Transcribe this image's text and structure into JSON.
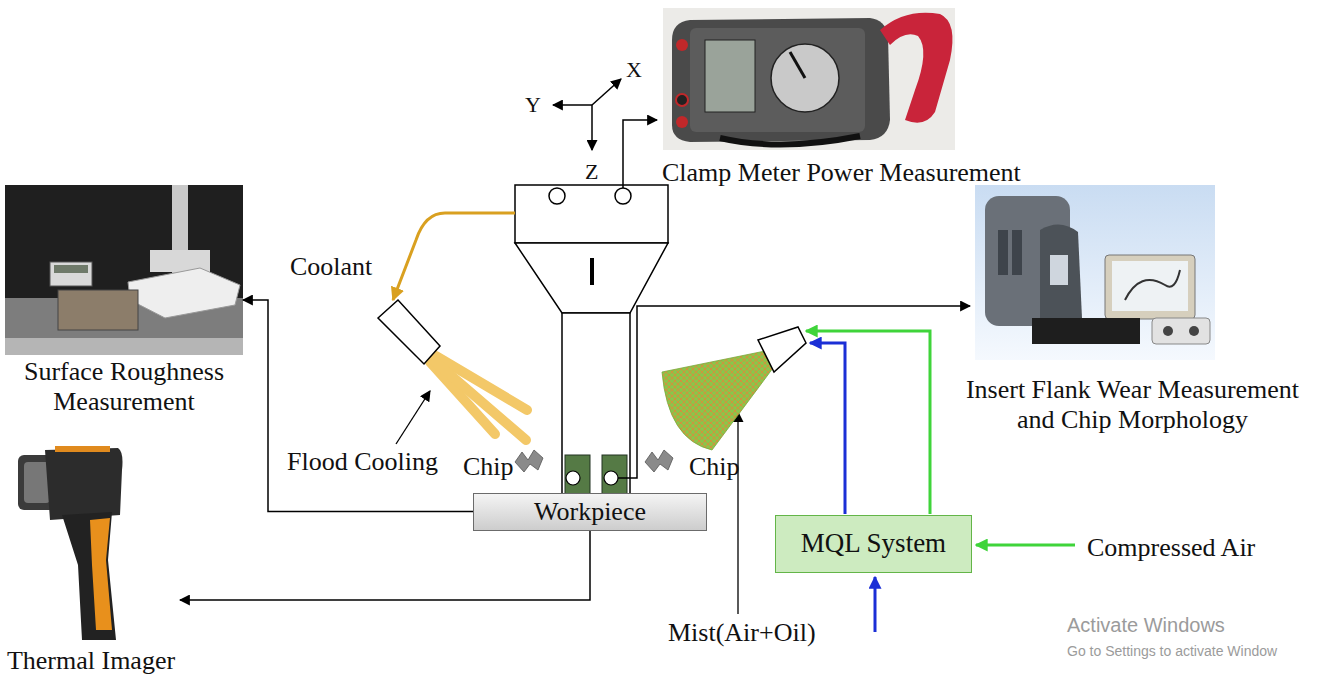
{
  "diagram": {
    "nodes": [
      {
        "text": [
          "Clamp Meter Power Measurement"
        ]
      },
      {
        "text": [
          "Surface Roughness Measurement"
        ]
      },
      {
        "text": [
          "Insert Flank Wear Measurement and Chip Morphology"
        ]
      },
      {
        "text": [
          "Workpiece"
        ]
      },
      {
        "text": [
          "MQL System"
        ]
      },
      {
        "text": [
          "Thermal Imager"
        ]
      }
    ],
    "edges": [
      {
        "from": 3,
        "to": 1,
        "arrow": "to"
      },
      {
        "from": 3,
        "to": 5,
        "arrow": "to"
      }
    ],
    "labels": [
      "X",
      "Y",
      "Z",
      "Coolant",
      "Flood Cooling",
      "Chip",
      "Chip",
      "Mist(Air+Oil)",
      "Compressed Air",
      "Activate Windows",
      "Go to Settings to activate Window"
    ]
  }
}
